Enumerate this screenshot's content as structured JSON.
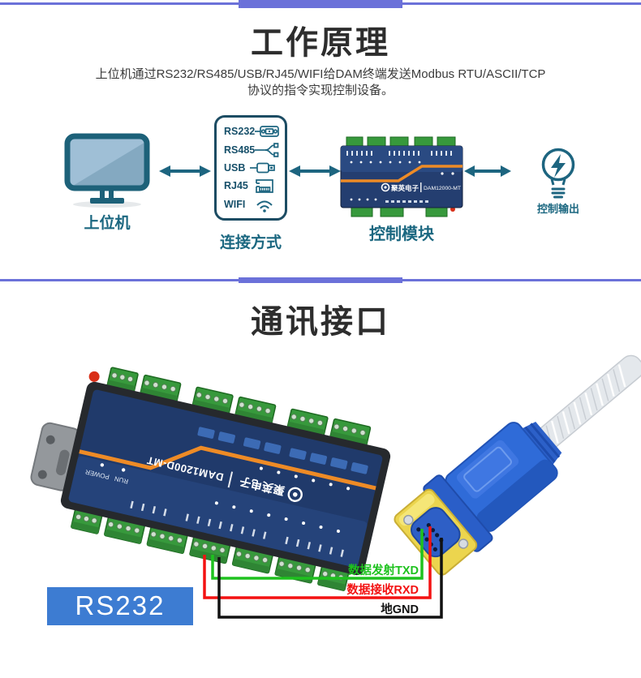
{
  "section1": {
    "title": "工作原理",
    "description_line1": "上位机通过RS232/RS485/USB/RJ45/WIFI给DAM终端发送Modbus RTU/ASCII/TCP",
    "description_line2": "协议的指令实现控制设备。",
    "diagram": {
      "host_label": "上位机",
      "connection_label": "连接方式",
      "module_label": "控制模块",
      "output_label": "控制输出",
      "connections": [
        {
          "label": "RS232",
          "icon": "db9-serial-icon"
        },
        {
          "label": "RS485",
          "icon": "split-cable-icon"
        },
        {
          "label": "USB",
          "icon": "usb-plug-icon"
        },
        {
          "label": "RJ45",
          "icon": "ethernet-port-icon"
        },
        {
          "label": "WIFI",
          "icon": "wifi-icon"
        }
      ],
      "module_brand": "聚英电子",
      "module_model": "DAM12000-MT"
    }
  },
  "section2": {
    "title": "通讯接口",
    "interface_label": "RS232",
    "device_brand": "聚英电子",
    "device_model": "DAM1200D-MT",
    "device_leds": [
      "RUN",
      "POWER"
    ],
    "wires": [
      {
        "label": "数据发射TXD",
        "color": "#1ec21e"
      },
      {
        "label": "数据接收RXD",
        "color": "#f31212"
      },
      {
        "label": "地GND",
        "color": "#111111"
      }
    ]
  },
  "colors": {
    "divider": "#6b71d9",
    "accent_teal": "#1d6580",
    "label_teal": "#1b6780",
    "title_dark": "#2d2d2d",
    "device_navy": "#203a6b",
    "stripe_orange": "#ee8b26",
    "terminal_green": "#37993c",
    "connector_blue": "#2f6bd8",
    "faceplate_yellow": "#ecd54e",
    "rs232_box_blue": "#3d7cd2"
  }
}
